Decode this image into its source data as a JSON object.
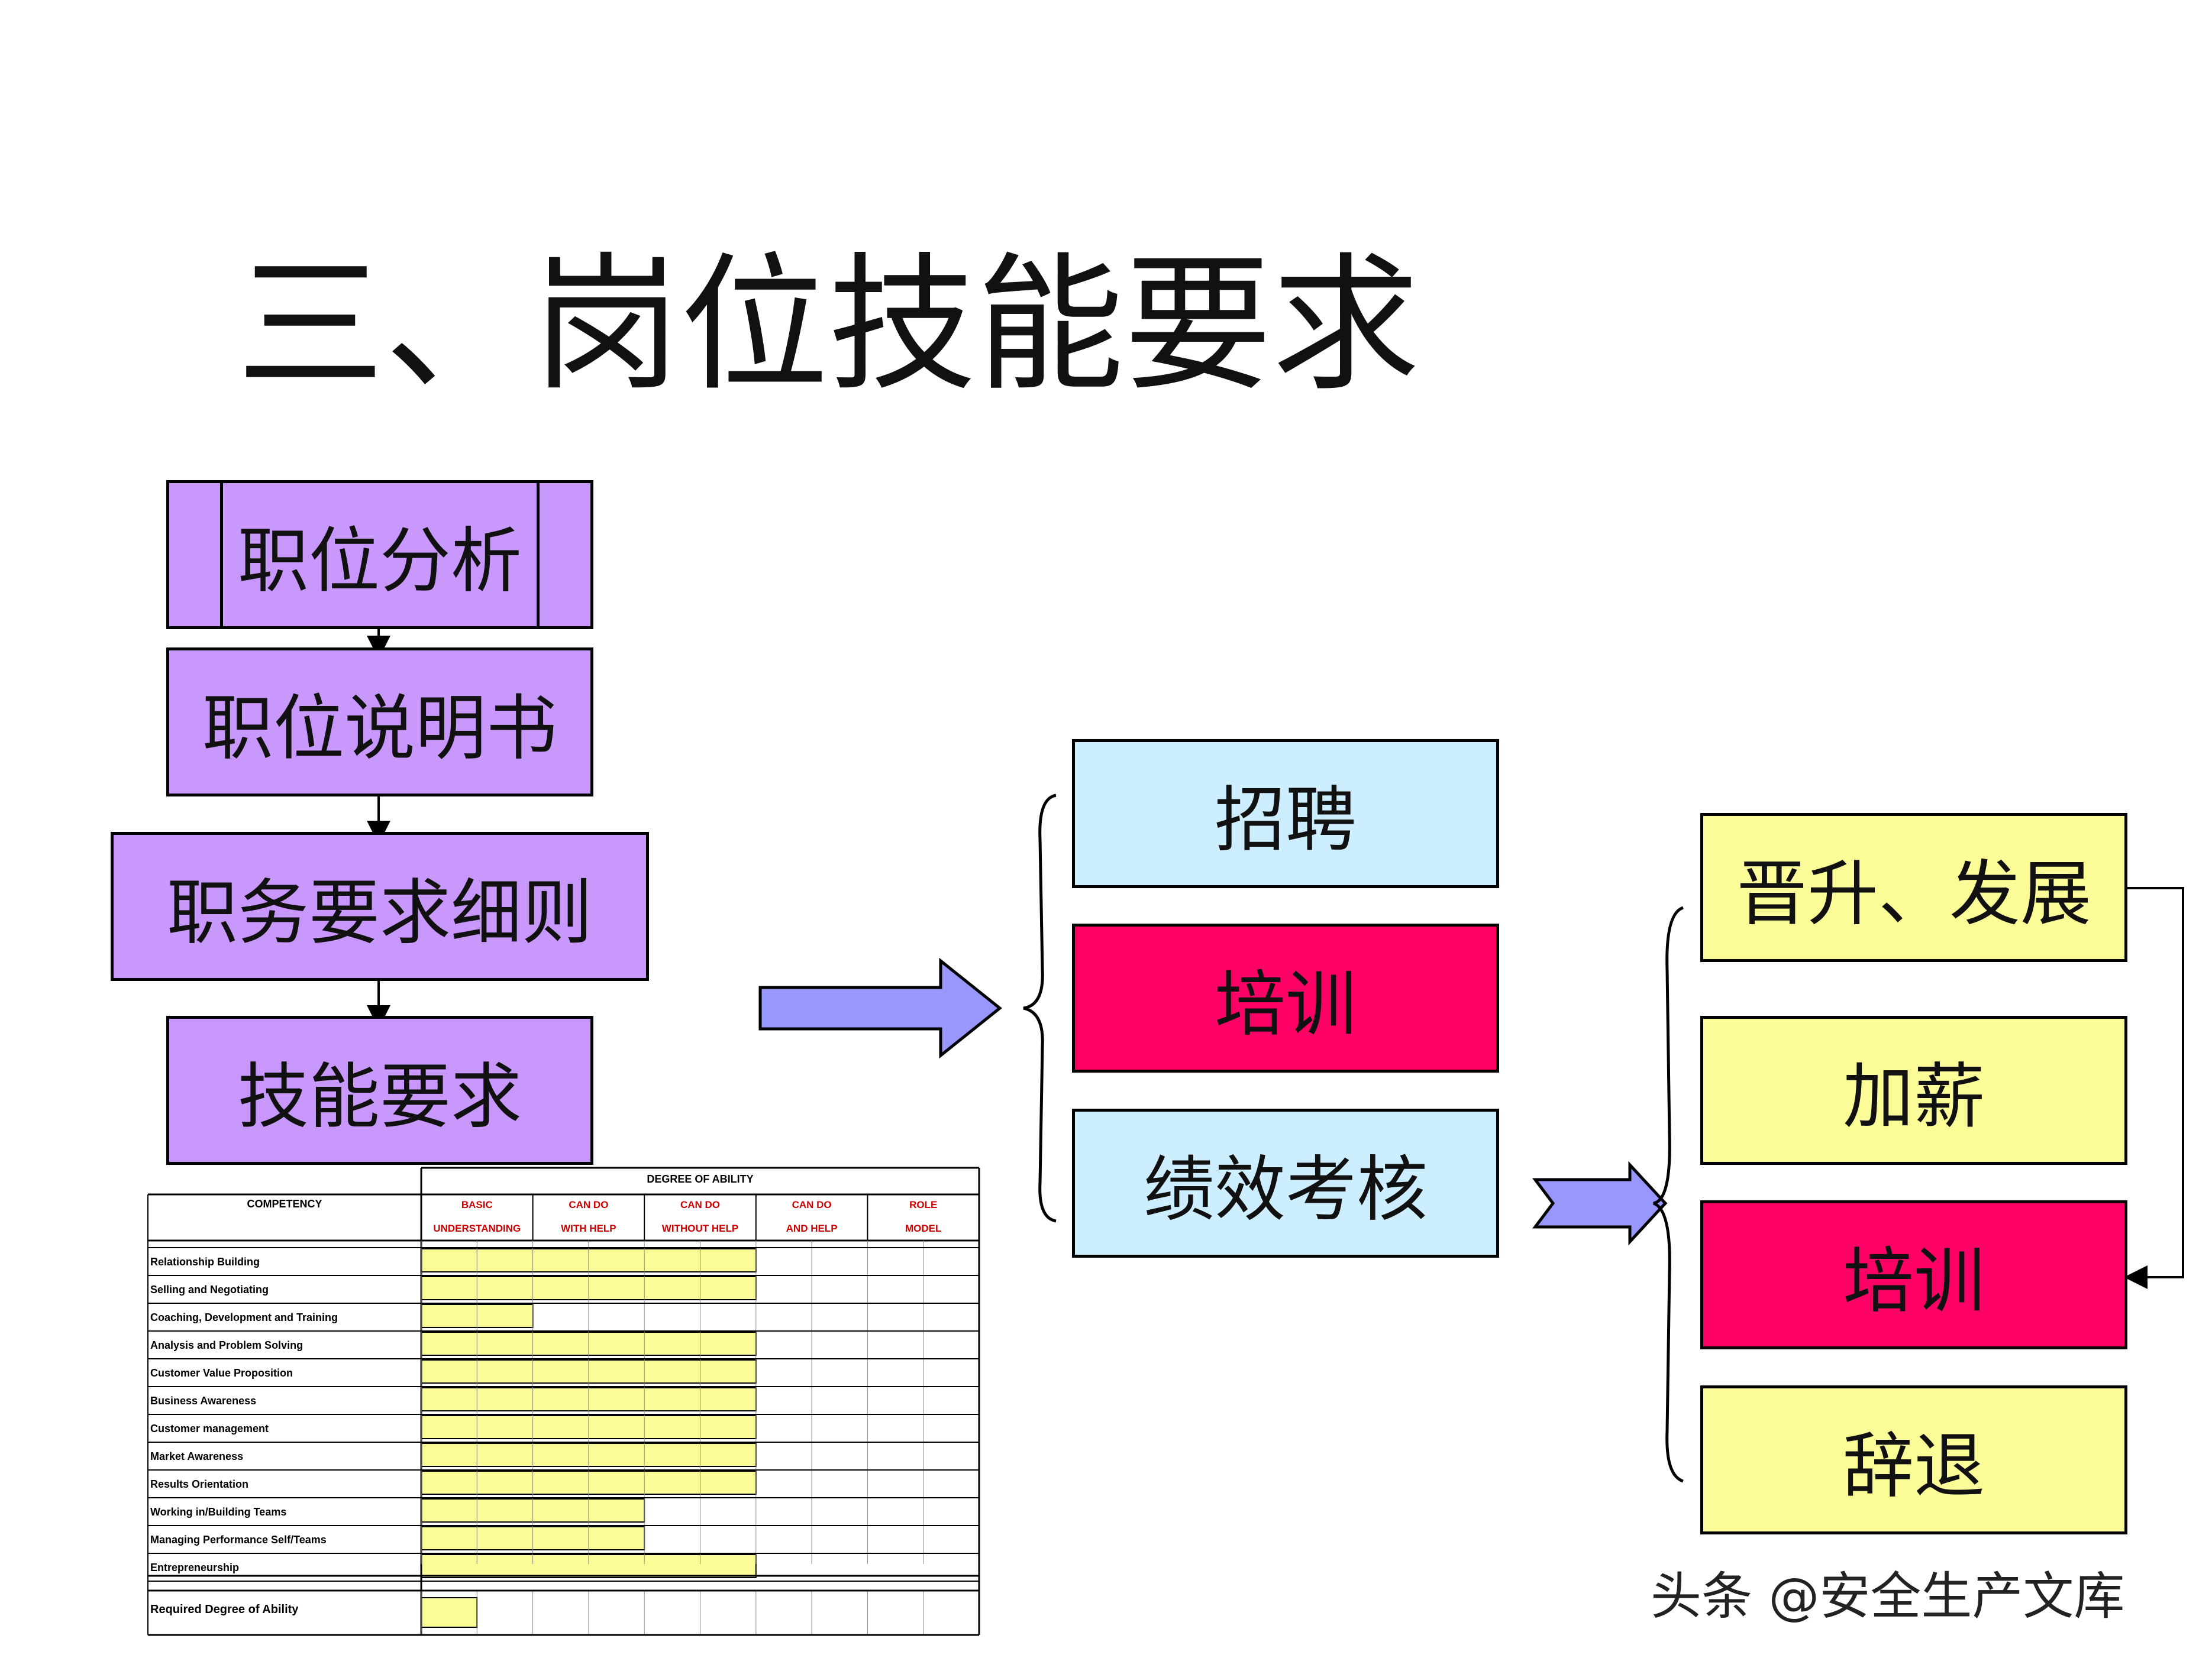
{
  "title": "三、岗位技能要求",
  "colors": {
    "purple": "#c898fc",
    "cyan": "#cdeefe",
    "red": "#ff0066",
    "yellow": "#fbfc98",
    "arrow_fill": "#9898fc",
    "table_bar": "#fbfc98",
    "table_header_red": "#cc0000"
  },
  "chain": {
    "job_analysis": "职位分析",
    "job_description": "职位说明书",
    "duty_rules": "职务要求细则",
    "skill_requirements": "技能要求"
  },
  "middle_group": [
    "招聘",
    "培训",
    "绩效考核"
  ],
  "right_group": [
    "晋升、发展",
    "加薪",
    "培训",
    "辞退"
  ],
  "skill_table": {
    "header_title": "DEGREE OF ABILITY",
    "competency_label": "COMPETENCY",
    "levels": [
      {
        "top": "BASIC",
        "bottom": "UNDERSTANDING"
      },
      {
        "top": "CAN DO",
        "bottom": "WITH HELP"
      },
      {
        "top": "CAN DO",
        "bottom": "WITHOUT HELP"
      },
      {
        "top": "CAN DO",
        "bottom": "AND HELP"
      },
      {
        "top": "ROLE",
        "bottom": "MODEL"
      }
    ],
    "rows": [
      {
        "label": "Relationship Building",
        "level": 3
      },
      {
        "label": "Selling and Negotiating",
        "level": 3
      },
      {
        "label": "Coaching, Development and Training",
        "level": 1
      },
      {
        "label": "Analysis and Problem Solving",
        "level": 3
      },
      {
        "label": "Customer Value Proposition",
        "level": 3
      },
      {
        "label": "Business Awareness",
        "level": 3
      },
      {
        "label": "Customer management",
        "level": 3
      },
      {
        "label": "Market Awareness",
        "level": 3
      },
      {
        "label": "Results Orientation",
        "level": 3
      },
      {
        "label": "Working in/Building Teams",
        "level": 2
      },
      {
        "label": "Managing Performance Self/Teams",
        "level": 2
      },
      {
        "label": "Entrepreneurship",
        "level": 3
      }
    ],
    "required_label": "Required Degree of Ability",
    "required_level": 0.5
  },
  "watermark": "头条 @安全生产文库"
}
